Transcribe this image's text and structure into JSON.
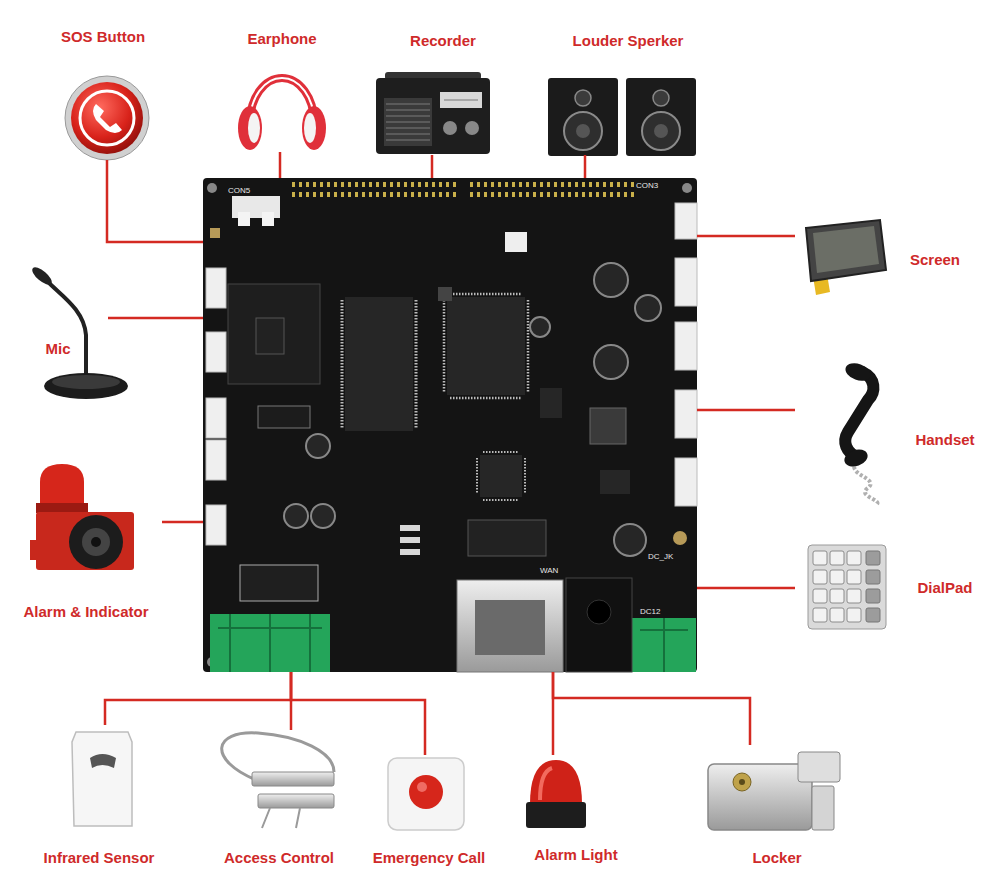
{
  "diagram": {
    "nodes": [
      {
        "text": [
          "SOS Button"
        ]
      },
      {
        "text": [
          "Earphone"
        ]
      },
      {
        "text": [
          "Recorder"
        ]
      },
      {
        "text": [
          "Louder Sperker"
        ]
      },
      {
        "text": [
          "CON5",
          "CON3",
          "WAN",
          "DC_JK",
          "DC12"
        ]
      },
      {
        "text": [
          "Screen"
        ]
      },
      {
        "text": [
          "Mic"
        ]
      },
      {
        "text": [
          "Handset"
        ]
      },
      {
        "text": [
          "Alarm & Indicator"
        ]
      },
      {
        "text": [
          "DialPad"
        ]
      },
      {
        "text": [
          "Infrared Sensor"
        ]
      },
      {
        "text": [
          "Access Control"
        ]
      },
      {
        "text": [
          "Emergency Call"
        ]
      },
      {
        "text": [
          "Alarm Light"
        ]
      },
      {
        "text": [
          "Locker"
        ]
      }
    ],
    "edges": [
      {
        "from": 4,
        "to": 0,
        "arrow": "none"
      },
      {
        "from": 4,
        "to": 1,
        "arrow": "none"
      },
      {
        "from": 4,
        "to": 2,
        "arrow": "none"
      },
      {
        "from": 4,
        "to": 3,
        "arrow": "none"
      },
      {
        "from": 4,
        "to": 5,
        "arrow": "none"
      },
      {
        "from": 4,
        "to": 6,
        "arrow": "none"
      },
      {
        "from": 4,
        "to": 7,
        "arrow": "none"
      },
      {
        "from": 4,
        "to": 8,
        "arrow": "none"
      },
      {
        "from": 4,
        "to": 9,
        "arrow": "none"
      },
      {
        "from": 4,
        "to": 10,
        "arrow": "none"
      },
      {
        "from": 4,
        "to": 11,
        "arrow": "none"
      },
      {
        "from": 4,
        "to": 12,
        "arrow": "none"
      },
      {
        "from": 4,
        "to": 13,
        "arrow": "none"
      },
      {
        "from": 4,
        "to": 14,
        "arrow": "none"
      }
    ]
  }
}
